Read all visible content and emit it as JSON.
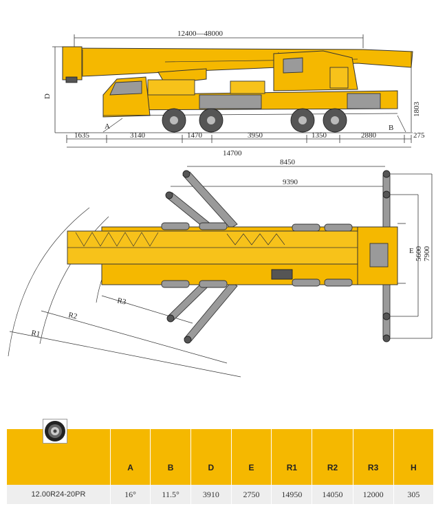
{
  "side_view": {
    "boom_length": "12400—48000",
    "dim_d": "D",
    "dim_1803": "1803",
    "label_a": "A",
    "label_b": "B",
    "segments": [
      "1635",
      "3140",
      "1470",
      "3950",
      "1350",
      "2880",
      "275"
    ],
    "overall_length": "14700"
  },
  "top_view": {
    "dim_8450": "8450",
    "dim_9390": "9390",
    "dim_e": "E",
    "dim_5600": "5600",
    "dim_7900": "7900",
    "r1": "R1",
    "r2": "R2",
    "r3": "R3"
  },
  "table": {
    "icon": "tire-icon",
    "headers": [
      "",
      "A",
      "B",
      "D",
      "E",
      "R1",
      "R2",
      "R3",
      "H"
    ],
    "row": [
      "12.00R24-20PR",
      "16°",
      "11.5°",
      "3910",
      "2750",
      "14950",
      "14050",
      "12000",
      "305"
    ]
  },
  "colors": {
    "accent": "#F5B800",
    "row_bg": "#EEEEEE"
  }
}
